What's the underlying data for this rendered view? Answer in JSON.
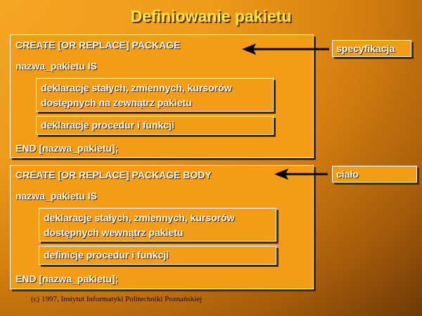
{
  "title": "Definiowanie pakietu",
  "spec": {
    "line1": "CREATE [OR REPLACE] PACKAGE",
    "line2": "nazwa_pakietu IS",
    "decl1": "deklaracje stałych, zmiennych, kursorów",
    "decl2": "dostępnych na zewnątrz pakietu",
    "decl3": "deklaracje procedur i funkcji",
    "end": "END [nazwa_pakietu];",
    "label": "specyfikacja"
  },
  "body": {
    "line1": "CREATE [OR REPLACE] PACKAGE BODY",
    "line2": "nazwa_pakietu IS",
    "decl1": "deklaracje stałych, zmiennych, kursorów",
    "decl2": "dostępnych wewnątrz pakietu",
    "decl3": "definicje procedur i funkcji",
    "end": "END [nazwa_pakietu];",
    "label": "ciało"
  },
  "footer": "(c) 1997, Instytut Informatyki Politechniki Poznańskiej"
}
